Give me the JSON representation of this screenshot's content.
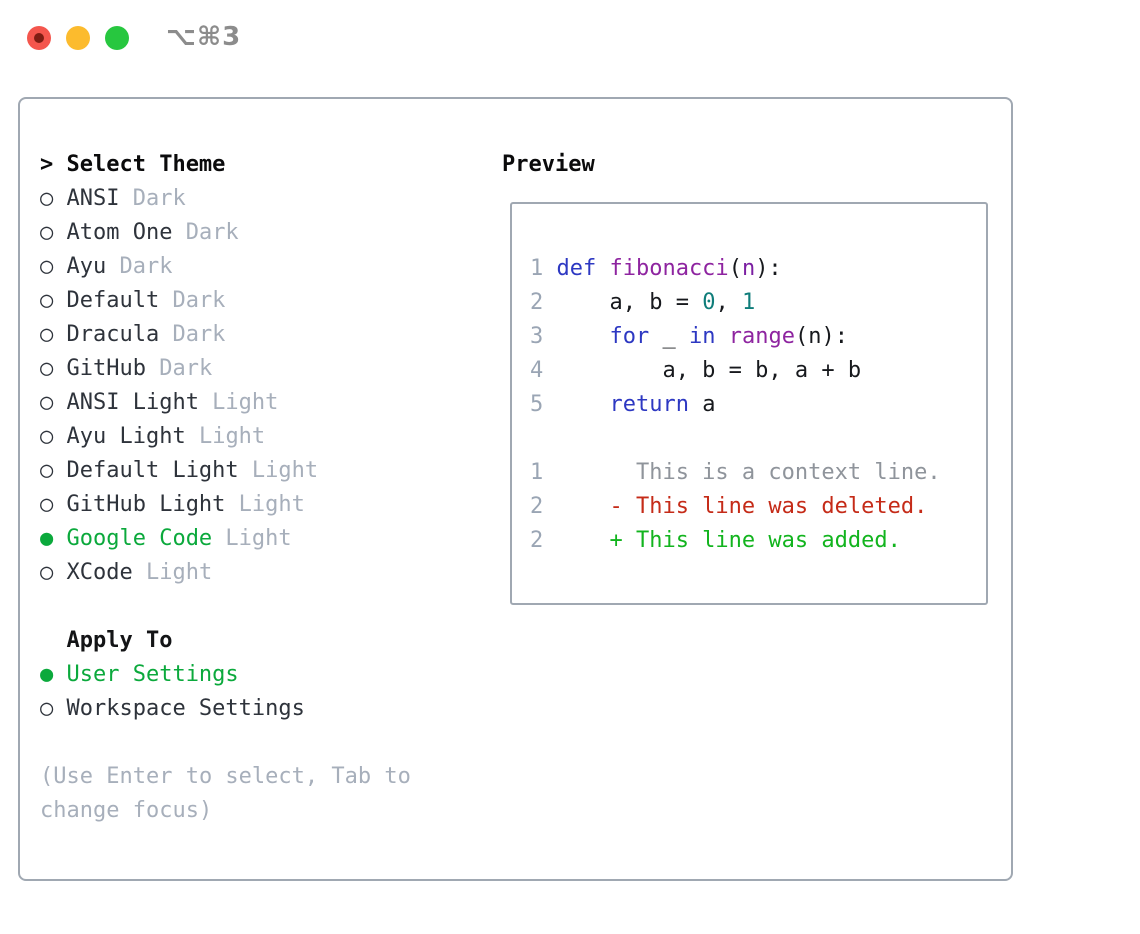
{
  "titlebar": {
    "shortcut": "⌥⌘3",
    "buttons": [
      "close",
      "minimize",
      "zoom"
    ]
  },
  "colors": {
    "keyword": "#2d38c2",
    "function": "#8e24a0",
    "param": "#7b1fa2",
    "number": "#0f7d7a",
    "plain": "#17191d",
    "context": "#8f949b",
    "deleted": "#c52b18",
    "added": "#12b41e",
    "line_number": "#9aa5b4",
    "selected_green": "#0ba93c",
    "name_dark": "#2e333b",
    "tag_gray": "#a7afbb",
    "help_gray": "#a7afbb"
  },
  "glyphs": {
    "radio_unselected": "○",
    "radio_selected": "●"
  },
  "theme_selector": {
    "prompt": ">",
    "title": "Select Theme",
    "themes": [
      {
        "name": "ANSI",
        "tag": "Dark",
        "selected": false
      },
      {
        "name": "Atom One",
        "tag": "Dark",
        "selected": false
      },
      {
        "name": "Ayu",
        "tag": "Dark",
        "selected": false
      },
      {
        "name": "Default",
        "tag": "Dark",
        "selected": false
      },
      {
        "name": "Dracula",
        "tag": "Dark",
        "selected": false
      },
      {
        "name": "GitHub",
        "tag": "Dark",
        "selected": false
      },
      {
        "name": "ANSI Light",
        "tag": "Light",
        "selected": false
      },
      {
        "name": "Ayu Light",
        "tag": "Light",
        "selected": false
      },
      {
        "name": "Default Light",
        "tag": "Light",
        "selected": false
      },
      {
        "name": "GitHub Light",
        "tag": "Light",
        "selected": false
      },
      {
        "name": "Google Code",
        "tag": "Light",
        "selected": true
      },
      {
        "name": "XCode",
        "tag": "Light",
        "selected": false
      }
    ]
  },
  "apply_to": {
    "title": "Apply To",
    "options": [
      {
        "name": "User Settings",
        "selected": true
      },
      {
        "name": "Workspace Settings",
        "selected": false
      }
    ]
  },
  "help": {
    "lines": [
      "(Use Enter to select, Tab to",
      "change focus)"
    ]
  },
  "preview": {
    "title": "Preview",
    "lines": [
      {
        "num": "1",
        "tokens": [
          {
            "text": "def ",
            "color": "keyword"
          },
          {
            "text": "fibonacci",
            "color": "function"
          },
          {
            "text": "(",
            "color": "plain"
          },
          {
            "text": "n",
            "color": "param"
          },
          {
            "text": "):",
            "color": "plain"
          }
        ]
      },
      {
        "num": "2",
        "tokens": [
          {
            "text": "    a, b = ",
            "color": "plain"
          },
          {
            "text": "0",
            "color": "number"
          },
          {
            "text": ", ",
            "color": "plain"
          },
          {
            "text": "1",
            "color": "number"
          }
        ]
      },
      {
        "num": "3",
        "tokens": [
          {
            "text": "    ",
            "color": "plain"
          },
          {
            "text": "for",
            "color": "keyword"
          },
          {
            "text": " _ ",
            "color": "plain"
          },
          {
            "text": "in",
            "color": "keyword"
          },
          {
            "text": " ",
            "color": "plain"
          },
          {
            "text": "range",
            "color": "function"
          },
          {
            "text": "(n):",
            "color": "plain"
          }
        ]
      },
      {
        "num": "4",
        "tokens": [
          {
            "text": "        a, b = b, a + b",
            "color": "plain"
          }
        ]
      },
      {
        "num": "5",
        "tokens": [
          {
            "text": "    ",
            "color": "keyword_pad_fix_unused"
          },
          {
            "text": "return",
            "color": "keyword"
          },
          {
            "text": " a",
            "color": "plain"
          }
        ]
      },
      {
        "num": "",
        "tokens": []
      },
      {
        "num": "1",
        "tokens": [
          {
            "text": "      This is a context line.",
            "color": "context"
          }
        ]
      },
      {
        "num": "2",
        "tokens": [
          {
            "text": "    - This line was deleted.",
            "color": "deleted"
          }
        ]
      },
      {
        "num": "2",
        "tokens": [
          {
            "text": "    + This line was added.",
            "color": "added"
          }
        ]
      }
    ]
  }
}
